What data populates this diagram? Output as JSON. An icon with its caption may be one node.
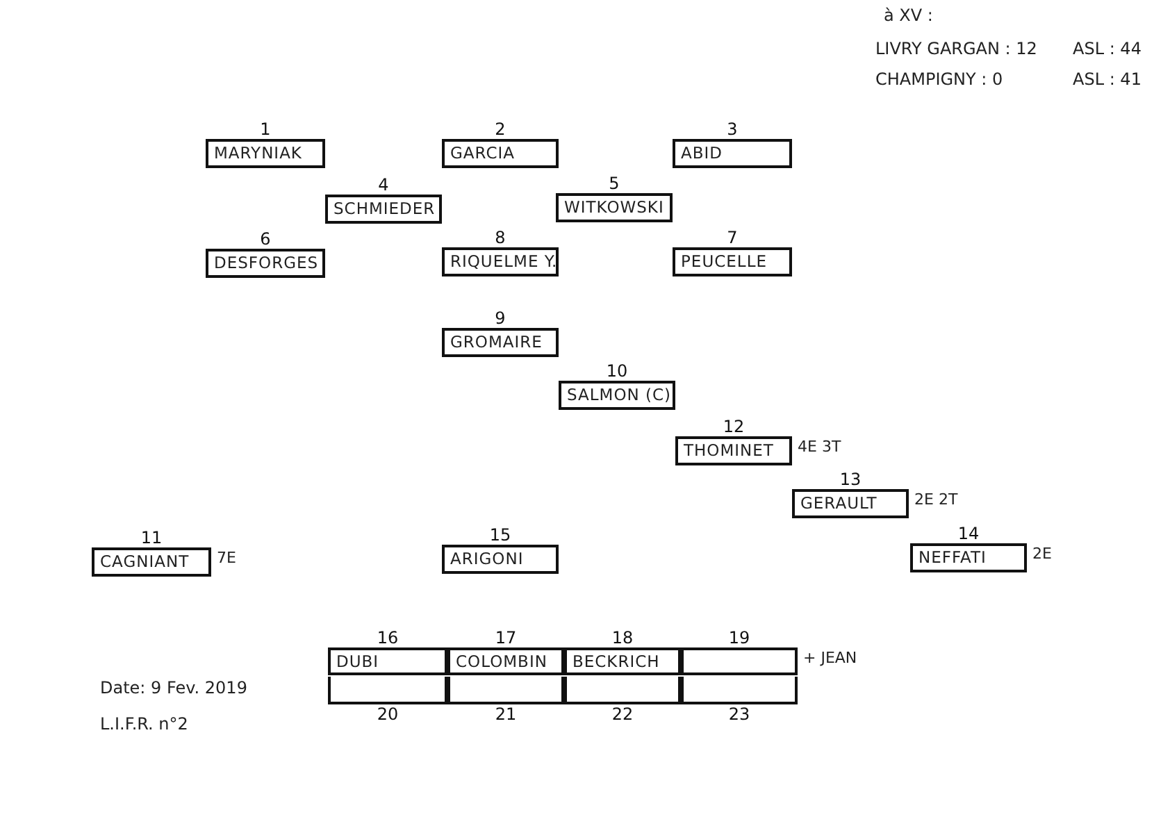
{
  "diagram": {
    "nodes": [
      {
        "text": [
          "1",
          "MARYNIAK"
        ]
      },
      {
        "text": [
          "2",
          "GARCIA"
        ]
      },
      {
        "text": [
          "3",
          "ABID"
        ]
      },
      {
        "text": [
          "4",
          "SCHMIEDER"
        ]
      },
      {
        "text": [
          "5",
          "WITKOWSKI"
        ]
      },
      {
        "text": [
          "6",
          "DESFORGES"
        ]
      },
      {
        "text": [
          "8",
          "RIQUELME Y."
        ]
      },
      {
        "text": [
          "7",
          "PEUCELLE"
        ]
      },
      {
        "text": [
          "9",
          "GROMAIRE"
        ]
      },
      {
        "text": [
          "10",
          "SALMON (C)"
        ]
      },
      {
        "text": [
          "12",
          "THOMINET"
        ],
        "beside": [
          "4E 3T"
        ]
      },
      {
        "text": [
          "13",
          "GERAULT"
        ],
        "beside": [
          "2E 2T"
        ]
      },
      {
        "text": [
          "11",
          "CAGNIANT"
        ],
        "beside": [
          "7E"
        ]
      },
      {
        "text": [
          "15",
          "ARIGONI"
        ]
      },
      {
        "text": [
          "14",
          "NEFFATI"
        ],
        "beside": [
          "2E"
        ]
      },
      {
        "text": [
          "16",
          "DUBI"
        ]
      },
      {
        "text": [
          "17",
          "COLOMBIN"
        ]
      },
      {
        "text": [
          "18",
          "BECKRICH"
        ]
      },
      {
        "text": [
          "19"
        ],
        "beside": [
          "+ JEAN"
        ]
      },
      {
        "text": [
          "20"
        ]
      },
      {
        "text": [
          "21"
        ]
      },
      {
        "text": [
          "22"
        ]
      },
      {
        "text": [
          "23"
        ]
      }
    ],
    "edges": [],
    "labels": [
      "à XV :",
      "LIVRY GARGAN : 12",
      "ASL : 44",
      "CHAMPIGNY : 0",
      "ASL : 41",
      "Date: 9 Fev. 2019",
      "L.I.F.R. n°2"
    ]
  }
}
